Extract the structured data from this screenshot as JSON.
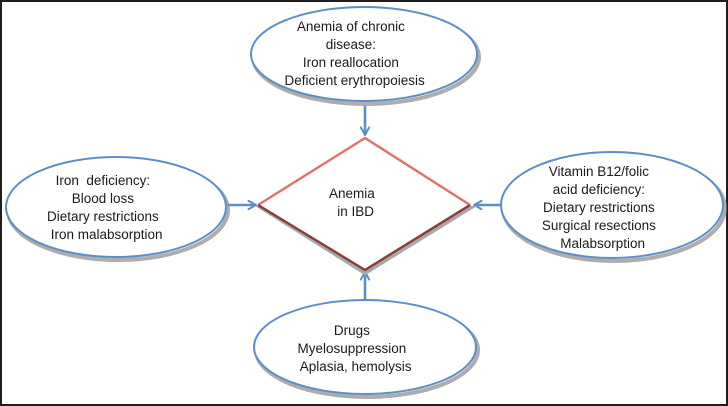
{
  "diagram": {
    "center": {
      "id": "anemia-ibd",
      "lines": [
        "Anemia",
        "in IBD"
      ],
      "stroke_light": "#e0706a",
      "stroke_dark": "#8e3a36"
    },
    "nodes": [
      {
        "id": "chronic-disease",
        "position": "top",
        "lines": [
          "Anemia of chronic",
          "disease:",
          "Iron reallocation",
          "Deficient erythropoiesis"
        ]
      },
      {
        "id": "iron-deficiency",
        "position": "left",
        "lines": [
          "Iron  deficiency:",
          "Blood loss",
          "Dietary restrictions",
          "Iron malabsorption"
        ]
      },
      {
        "id": "b12-folic-deficiency",
        "position": "right",
        "lines": [
          "Vitamin B12/folic",
          "acid deficiency:",
          "Dietary restrictions",
          "Surgical resections",
          "Malabsorption"
        ]
      },
      {
        "id": "drugs",
        "position": "bottom",
        "lines": [
          "Drugs",
          "Myelosuppression",
          "Aplasia, hemolysis"
        ]
      }
    ],
    "edges": [
      {
        "from": "chronic-disease",
        "to": "anemia-ibd"
      },
      {
        "from": "iron-deficiency",
        "to": "anemia-ibd"
      },
      {
        "from": "b12-folic-deficiency",
        "to": "anemia-ibd"
      },
      {
        "from": "drugs",
        "to": "anemia-ibd"
      }
    ],
    "colors": {
      "ellipse_stroke": "#5b8fc9",
      "ellipse_shadow": "#8a8a8a",
      "arrow": "#5b8fc9",
      "text": "#1a1a1a",
      "frame": "#1e1e1e"
    }
  }
}
